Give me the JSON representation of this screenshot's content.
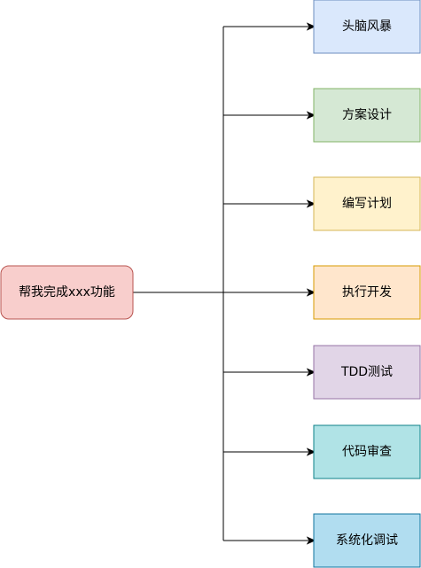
{
  "root": {
    "label": "帮我完成xxx功能",
    "fill": "#f8cecc",
    "stroke": "#b85450"
  },
  "steps": [
    {
      "label": "头脑风暴",
      "fill": "#dae8fc",
      "stroke": "#6c8ebf"
    },
    {
      "label": "方案设计",
      "fill": "#d5e8d4",
      "stroke": "#82b366"
    },
    {
      "label": "编写计划",
      "fill": "#fff2cc",
      "stroke": "#d6b656"
    },
    {
      "label": "执行开发",
      "fill": "#ffe6cc",
      "stroke": "#d79b00"
    },
    {
      "label": "TDD测试",
      "fill": "#e1d5e7",
      "stroke": "#9673a6"
    },
    {
      "label": "代码审查",
      "fill": "#b0e3e6",
      "stroke": "#0e8088"
    },
    {
      "label": "系统化调试",
      "fill": "#b1ddf0",
      "stroke": "#10739e"
    }
  ]
}
